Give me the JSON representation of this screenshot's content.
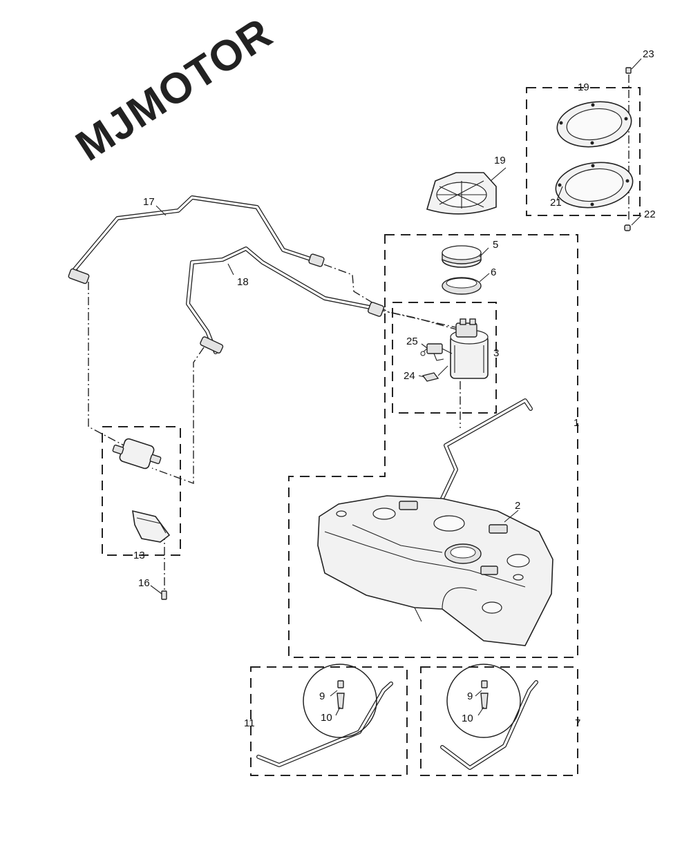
{
  "logo_text": "MJMOTOR",
  "callouts": {
    "c1": "1",
    "c2": "2",
    "c3": "3",
    "c5": "5",
    "c6": "6",
    "c7": "7",
    "c9a": "9",
    "c9b": "9",
    "c10a": "10",
    "c10b": "10",
    "c11": "11",
    "c13": "13",
    "c16": "16",
    "c17": "17",
    "c18": "18",
    "c19a": "19",
    "c19b": "19",
    "c21": "21",
    "c22": "22",
    "c23": "23",
    "c24": "24",
    "c25": "25"
  }
}
